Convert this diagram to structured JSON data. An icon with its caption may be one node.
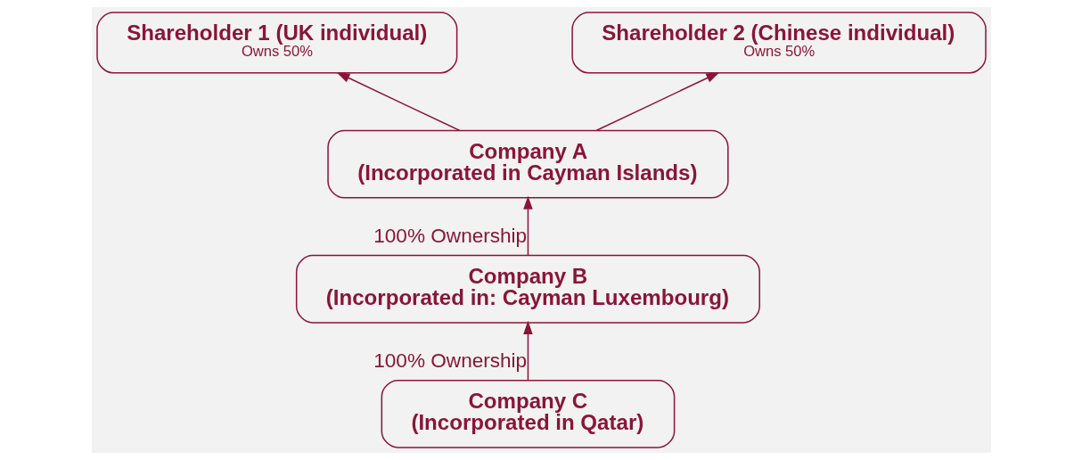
{
  "diagram": {
    "nodes": [
      {
        "text": [
          "Shareholder 1 (UK individual)",
          "Owns 50%"
        ]
      },
      {
        "text": [
          "Shareholder 2 (Chinese individual)",
          "Owns 50%"
        ]
      },
      {
        "text": [
          "Company A",
          "(Incorporated in Cayman Islands)"
        ]
      },
      {
        "text": [
          "Company B",
          "(Incorporated in: Cayman Luxembourg)"
        ]
      },
      {
        "text": [
          "Company C",
          "(Incorporated in Qatar)"
        ]
      }
    ],
    "edges": [
      {
        "from": 2,
        "to": 0,
        "arrow": "to"
      },
      {
        "from": 2,
        "to": 1,
        "arrow": "to"
      },
      {
        "from": 3,
        "to": 2,
        "arrow": "to",
        "label": "100% Ownership"
      },
      {
        "from": 4,
        "to": 3,
        "arrow": "to",
        "label": "100% Ownership"
      }
    ]
  }
}
